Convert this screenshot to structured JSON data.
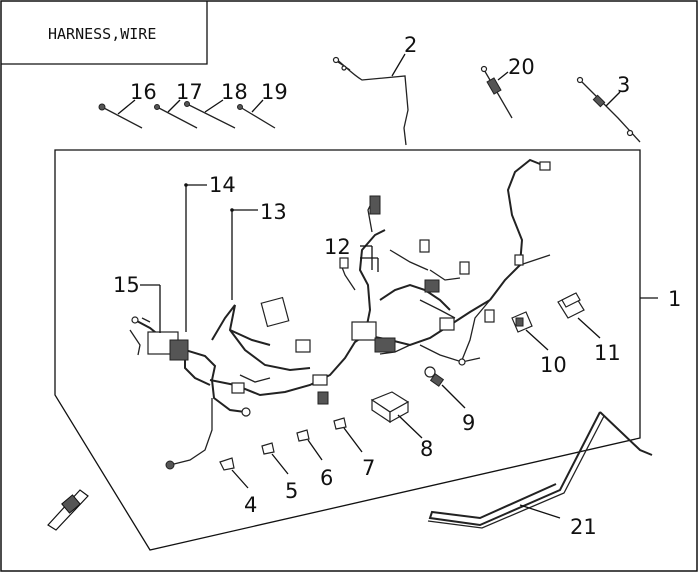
{
  "diagram": {
    "title": "HARNESS,WIRE",
    "callouts": {
      "c1": "1",
      "c2": "2",
      "c3": "3",
      "c4": "4",
      "c5": "5",
      "c6": "6",
      "c7": "7",
      "c8": "8",
      "c9": "9",
      "c10": "10",
      "c11": "11",
      "c12": "12",
      "c13": "13",
      "c14": "14",
      "c15": "15",
      "c16": "16",
      "c17": "17",
      "c18": "18",
      "c19": "19",
      "c20": "20",
      "c21": "21"
    }
  }
}
